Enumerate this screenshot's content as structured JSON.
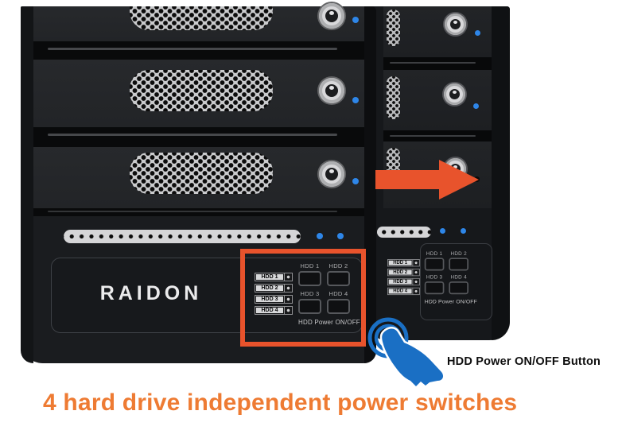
{
  "brand": "RAIDON",
  "cluster": {
    "switch_labels": [
      "HDD 1",
      "HDD 2",
      "HDD 3",
      "HDD 4"
    ],
    "button_labels": [
      "HDD 1",
      "HDD 2",
      "HDD 3",
      "HDD 4"
    ],
    "caption": "HDD Power ON/OFF"
  },
  "annotations": {
    "power_button_label": "HDD Power ON/OFF Button",
    "caption": "4 hard drive independent power switches"
  },
  "colors": {
    "highlight_orange": "#e8532c",
    "caption_orange": "#ee7b33",
    "pointer_blue": "#1a6fc4",
    "led_blue": "#2e86e8"
  }
}
